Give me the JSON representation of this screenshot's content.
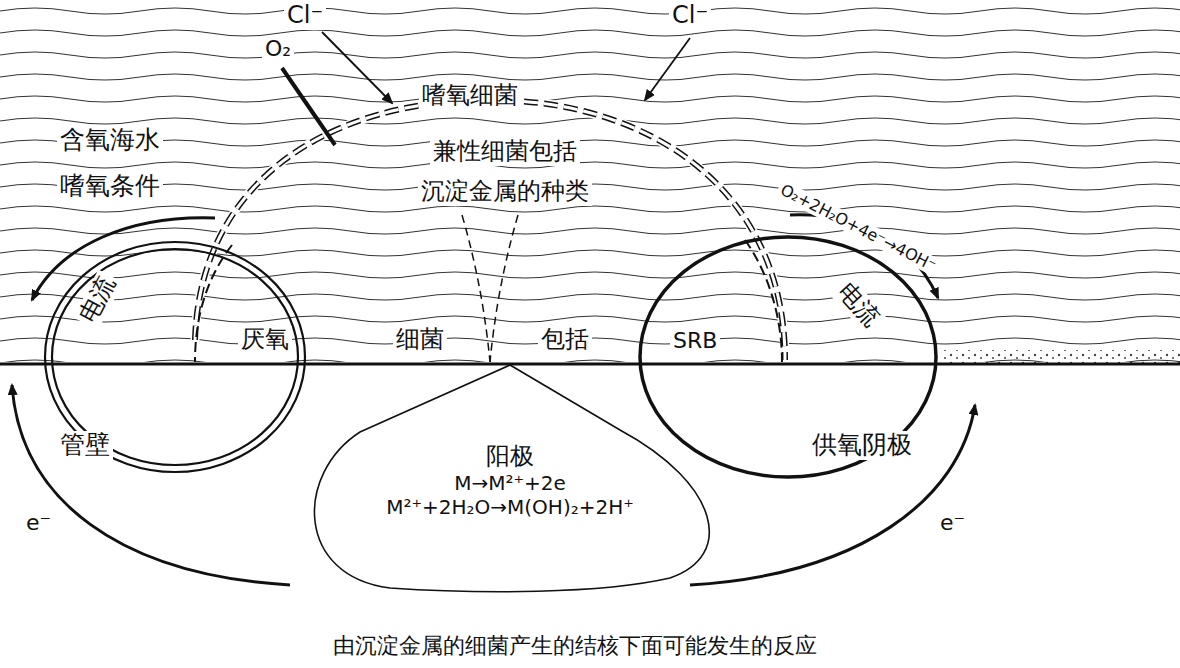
{
  "diagram": {
    "caption": "由沉淀金属的细菌产生的结核下面可能发生的反应",
    "nodes": [
      {
        "text": [
          "阳极",
          "M→M²⁺+2e",
          "M²⁺+2H₂O→M(OH)₂+2H⁺"
        ]
      }
    ],
    "labels": [
      "Cl⁻",
      "Cl⁻",
      "O₂",
      "嗜氧细菌",
      "含氧海水",
      "嗜氧条件",
      "兼性细菌包括",
      "沉淀金属的种类",
      "O₂+2H₂O+4e⁻→4OH⁻",
      "电流",
      "电流",
      "厌氧",
      "细菌",
      "包括",
      "SRB",
      "管壁",
      "供氧阴极",
      "e⁻",
      "e⁻"
    ]
  }
}
